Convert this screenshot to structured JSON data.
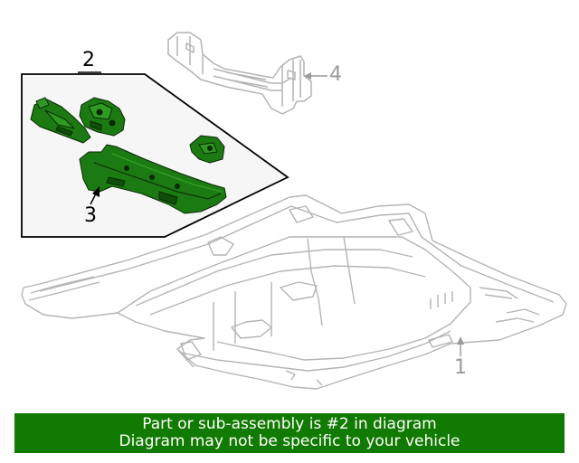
{
  "callouts": {
    "part_1": "1",
    "part_2": "2",
    "part_3": "3",
    "part_4": "4"
  },
  "banner": {
    "line1": "Part or sub-assembly is #2 in diagram",
    "line2": "Diagram may not be specific to your vehicle"
  },
  "colors": {
    "highlight_fill": "#1c7a12",
    "outline_gray": "#b4b4b4",
    "banner_bg": "#117a00",
    "inset_bg": "#f6f6f6"
  }
}
